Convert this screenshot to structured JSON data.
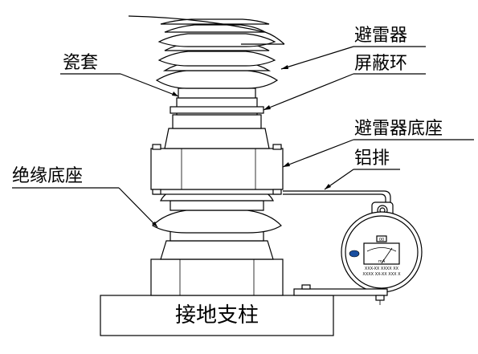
{
  "labels": {
    "arrester": "避雷器",
    "porcelain_sleeve": "瓷套",
    "shield_ring": "屏蔽环",
    "arrester_base": "避雷器底座",
    "aluminum_bar": "铝排",
    "insulating_base": "绝缘底座",
    "ground_pillar": "接地支柱"
  },
  "meter": {
    "tag": "00",
    "scale": "mA",
    "caption_1": "XXX-XX  XXXX  XX",
    "caption_2": "XXXX  XX-XX  XXX  X"
  },
  "colors": {
    "line": "#000000",
    "background": "#ffffff",
    "meter_badge": "#1a4fa0"
  }
}
